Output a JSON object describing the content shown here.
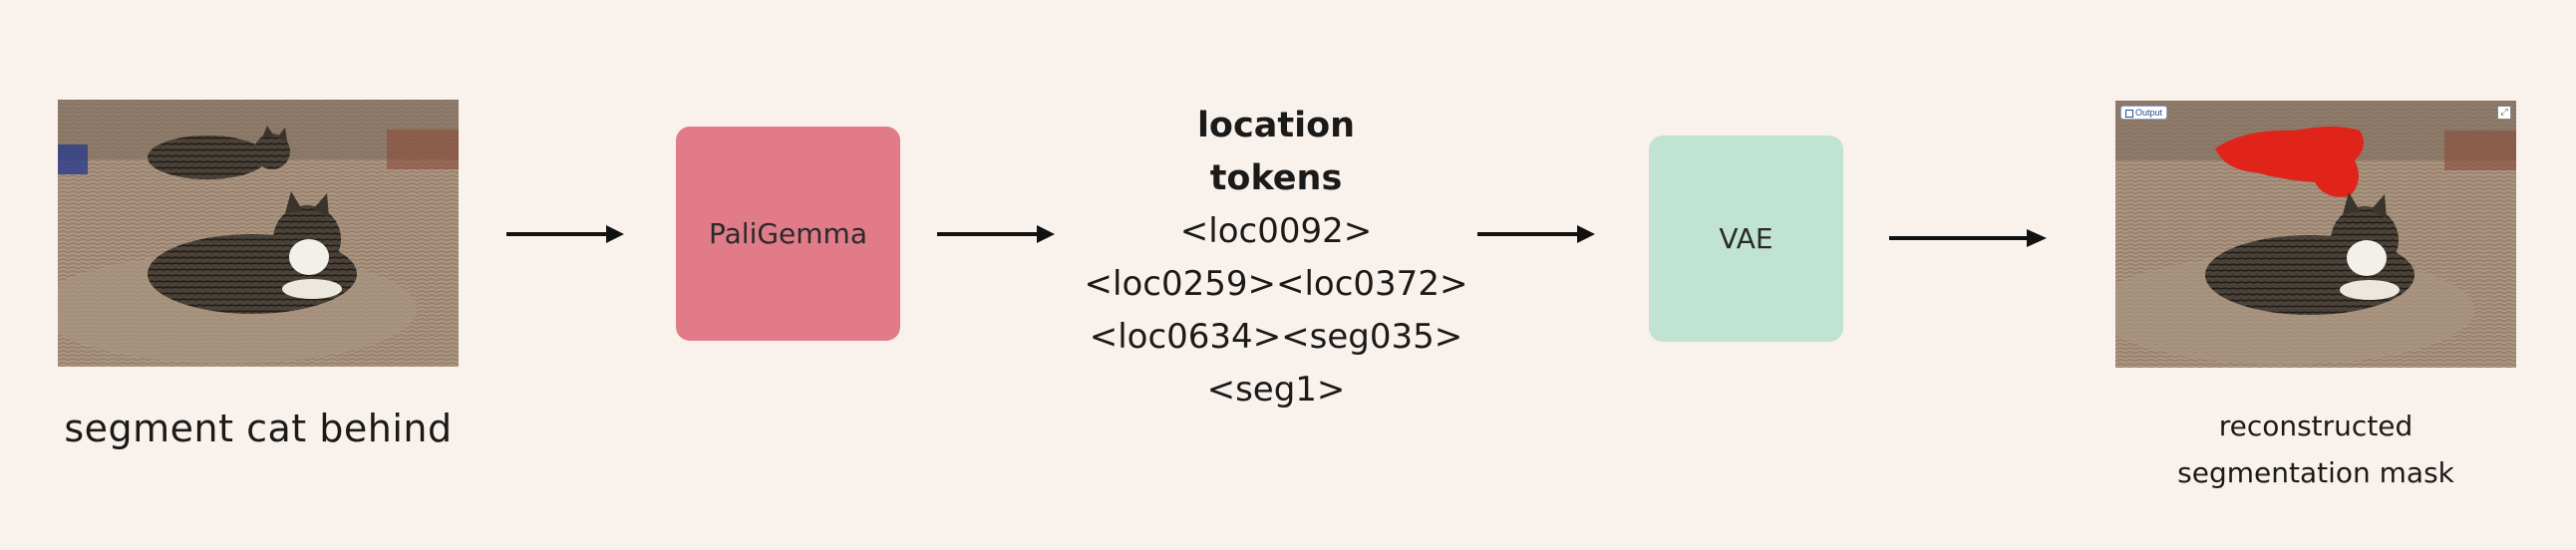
{
  "input": {
    "caption": "segment cat behind"
  },
  "model": {
    "label": "PaliGemma"
  },
  "tokens": {
    "heading_line1": "location",
    "heading_line2": "tokens",
    "lines": [
      "<loc0092>",
      "<loc0259><loc0372>",
      "<loc0634><seg035>",
      "<seg1>"
    ]
  },
  "decoder": {
    "label": "VAE"
  },
  "output": {
    "badge": "Output",
    "caption_line1": "reconstructed",
    "caption_line2": "segmentation mask"
  },
  "colors": {
    "background": "#f9f1eb",
    "paligemma_box": "#e07b87",
    "vae_box": "#c1e3d4",
    "mask": "#e0241a",
    "arrow": "#111111"
  }
}
